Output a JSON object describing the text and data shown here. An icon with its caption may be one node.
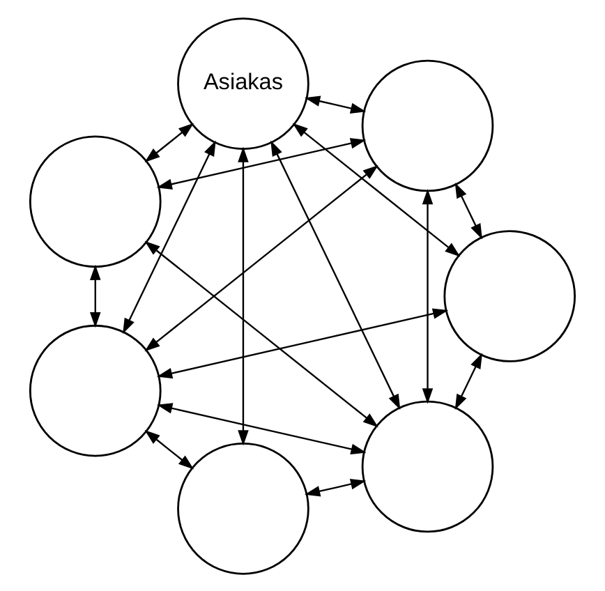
{
  "diagram": {
    "nodes": [
      {
        "text": [],
        "shape": "circle"
      },
      {
        "text": [],
        "shape": "circle"
      },
      {
        "text": [],
        "shape": "circle"
      },
      {
        "text": [],
        "shape": "circle"
      },
      {
        "text": [
          "Asiakas"
        ]
      },
      {
        "text": [],
        "shape": "circle"
      },
      {
        "text": [],
        "shape": "circle"
      }
    ],
    "edges": [
      {
        "from": 1,
        "to": 0,
        "arrow": "both"
      },
      {
        "from": 0,
        "to": 2,
        "arrow": "both"
      },
      {
        "from": 1,
        "to": 3,
        "arrow": "both"
      },
      {
        "from": 2,
        "to": 4,
        "arrow": "both"
      },
      {
        "from": 3,
        "to": 5,
        "arrow": "both"
      },
      {
        "from": 5,
        "to": 6,
        "arrow": "both"
      },
      {
        "from": 6,
        "to": 4,
        "arrow": "both"
      },
      {
        "from": 0,
        "to": 3,
        "arrow": "both"
      },
      {
        "from": 0,
        "to": 5,
        "arrow": "both"
      },
      {
        "from": 0,
        "to": 6,
        "arrow": "both"
      },
      {
        "from": 0,
        "to": 4,
        "arrow": "both"
      },
      {
        "from": 1,
        "to": 4,
        "arrow": "both"
      },
      {
        "from": 1,
        "to": 6,
        "arrow": "both"
      },
      {
        "from": 2,
        "to": 3,
        "arrow": "both"
      },
      {
        "from": 3,
        "to": 4,
        "arrow": "both"
      },
      {
        "from": 3,
        "to": 6,
        "arrow": "both"
      },
      {
        "from": 4,
        "to": 5,
        "arrow": "both"
      }
    ]
  }
}
